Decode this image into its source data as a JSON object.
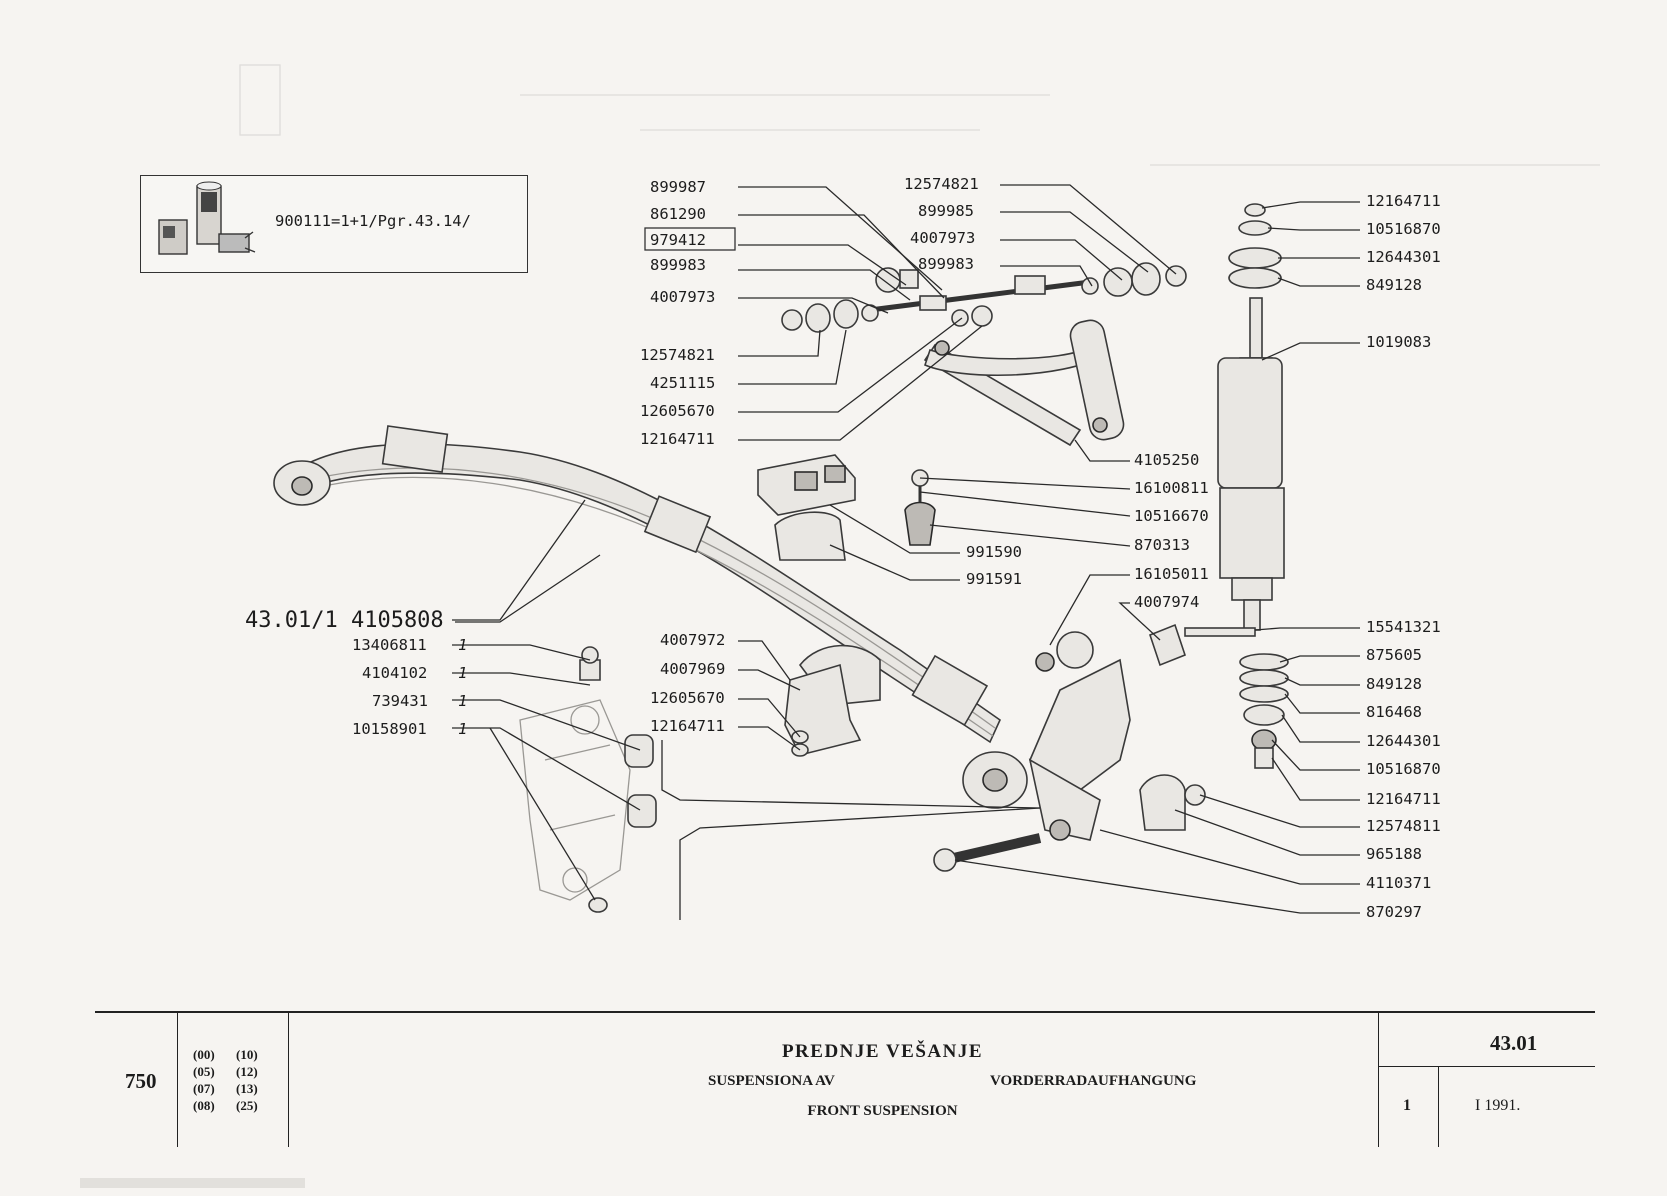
{
  "kit": {
    "text": "900111=1+1/Pgr.43.14/",
    "icon": "spring-kit-icon"
  },
  "callouts": {
    "c899987": "899987",
    "c861290": "861290",
    "c979412": "979412",
    "c899983a": "899983",
    "c4007973a": "4007973",
    "c12574821a": "12574821",
    "c4251115": "4251115",
    "c12605670a": "12605670",
    "c12164711a": "12164711",
    "c12574821b": "12574821",
    "c899985": "899985",
    "c4007973b": "4007973",
    "c899983b": "899983",
    "c4105250": "4105250",
    "c16100811": "16100811",
    "c10516670": "10516670",
    "c870313": "870313",
    "c991590": "991590",
    "c991591": "991591",
    "c16105011": "16105011",
    "c4007974": "4007974",
    "c4007972": "4007972",
    "c4007969": "4007969",
    "c12605670b": "12605670",
    "c12164711b": "12164711",
    "c4105808": "43.01/1 4105808",
    "c13406811": "13406811",
    "c4104102": "4104102",
    "c739431": "739431",
    "c10158901": "10158901",
    "q1": "1",
    "q2": "1",
    "q3": "1",
    "q4": "1",
    "r12164711a": "12164711",
    "r10516870a": "10516870",
    "r12644301a": "12644301",
    "r849128a": "849128",
    "r1019083": "1019083",
    "r15541321": "15541321",
    "r875605": "875605",
    "r849128b": "849128",
    "r816468": "816468",
    "r12644301b": "12644301",
    "r10516870b": "10516870",
    "r12164711b": "12164711",
    "r12574811": "12574811",
    "r965188": "965188",
    "r4110371": "4110371",
    "r870297": "870297"
  },
  "title_block": {
    "model": "750",
    "variants": [
      "(00)",
      "(10)",
      "(05)",
      "(12)",
      "(07)",
      "(13)",
      "(08)",
      "(25)"
    ],
    "title_local": "PREDNJE VEŠANJE",
    "title_fr": "SUSPENSIONA AV",
    "title_de": "VORDERRADAUFHANGUNG",
    "title_en": "FRONT SUSPENSION",
    "group": "43.01",
    "sheet": "1",
    "date": "I 1991."
  }
}
